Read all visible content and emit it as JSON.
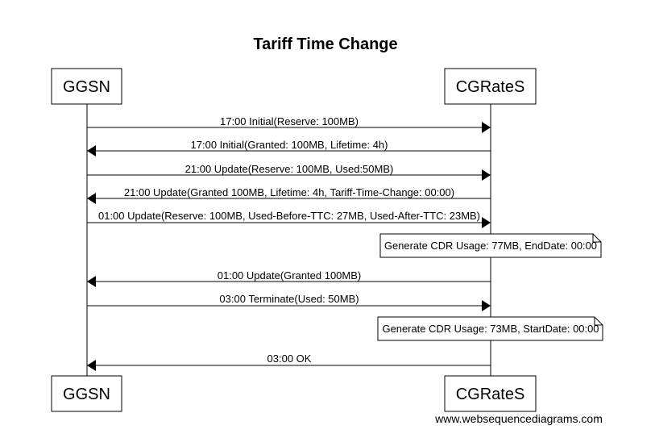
{
  "title": "Tariff Time Change",
  "participants": [
    {
      "id": "ggsn",
      "label": "GGSN"
    },
    {
      "id": "cgrates",
      "label": "CGRateS"
    }
  ],
  "steps": [
    {
      "kind": "message",
      "from": "ggsn",
      "to": "cgrates",
      "label": "17:00 Initial(Reserve: 100MB)"
    },
    {
      "kind": "message",
      "from": "cgrates",
      "to": "ggsn",
      "label": "17:00 Initial(Granted: 100MB, Lifetime: 4h)"
    },
    {
      "kind": "message",
      "from": "ggsn",
      "to": "cgrates",
      "label": "21:00 Update(Reserve: 100MB, Used:50MB)"
    },
    {
      "kind": "message",
      "from": "cgrates",
      "to": "ggsn",
      "label": "21:00 Update(Granted 100MB, Lifetime: 4h, Tariff-Time-Change: 00:00)"
    },
    {
      "kind": "message",
      "from": "ggsn",
      "to": "cgrates",
      "label": "01:00 Update(Reserve: 100MB, Used-Before-TTC: 27MB, Used-After-TTC: 23MB)"
    },
    {
      "kind": "note",
      "over": "cgrates",
      "label": "Generate CDR Usage: 77MB, EndDate: 00:00"
    },
    {
      "kind": "message",
      "from": "cgrates",
      "to": "ggsn",
      "label": "01:00 Update(Granted 100MB)"
    },
    {
      "kind": "message",
      "from": "ggsn",
      "to": "cgrates",
      "label": "03:00 Terminate(Used: 50MB)"
    },
    {
      "kind": "note",
      "over": "cgrates",
      "label": "Generate CDR Usage: 73MB, StartDate: 00:00"
    },
    {
      "kind": "message",
      "from": "cgrates",
      "to": "ggsn",
      "label": "03:00 OK"
    }
  ],
  "watermark": "www.websequencediagrams.com"
}
